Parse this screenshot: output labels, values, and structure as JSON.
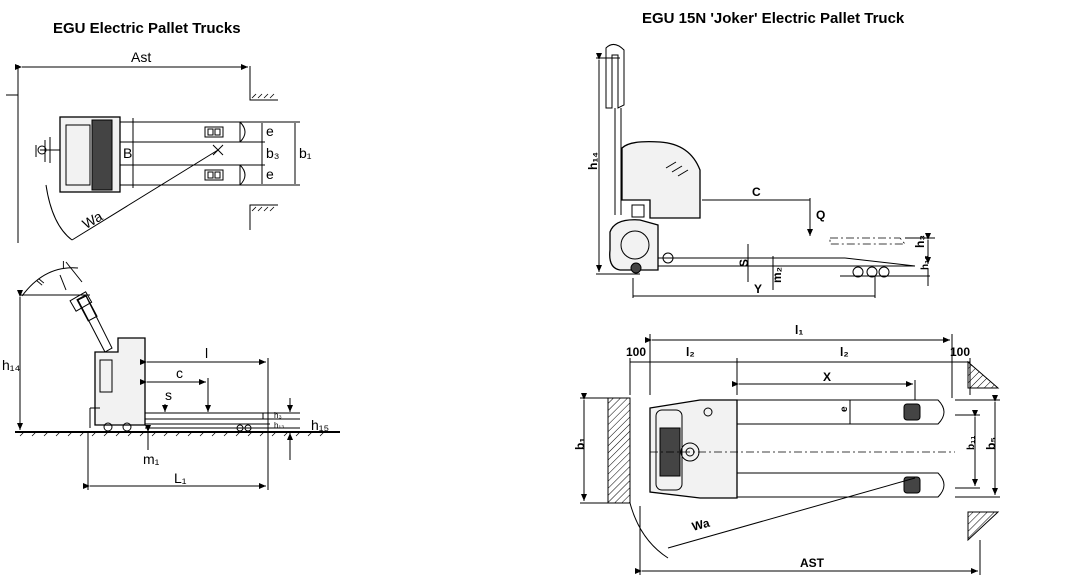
{
  "titles": {
    "left": "EGU Electric Pallet Trucks",
    "right": "EGU 15N 'Joker' Electric Pallet Truck"
  },
  "labels": {
    "ast": "Ast",
    "b": "B",
    "e": "e",
    "b3": "b₃",
    "b1": "b₁",
    "wa": "Wa",
    "h14": "h₁₄",
    "l": "l",
    "c": "c",
    "s": "s",
    "m1": "m₁",
    "L1": "L₁",
    "h15": "h₁₅",
    "h3": "h₃",
    "h13": "h₁₃",
    "I": "I",
    "II": "II",
    "r_C": "C",
    "r_Q": "Q",
    "r_h14": "h₁₄",
    "r_h3": "h₃",
    "r_h13": "h₁₃",
    "r_S": "S",
    "r_Y": "Y",
    "r_m2": "m₂",
    "r_l1": "l₁",
    "r_l2a": "l₂",
    "r_l2b": "l₂",
    "r_100a": "100",
    "r_100b": "100",
    "r_X": "X",
    "r_e": "e",
    "r_b1": "b₁",
    "r_b11": "b₁₁",
    "r_b5": "b₅",
    "r_wa": "Wa",
    "r_AST": "AST"
  }
}
